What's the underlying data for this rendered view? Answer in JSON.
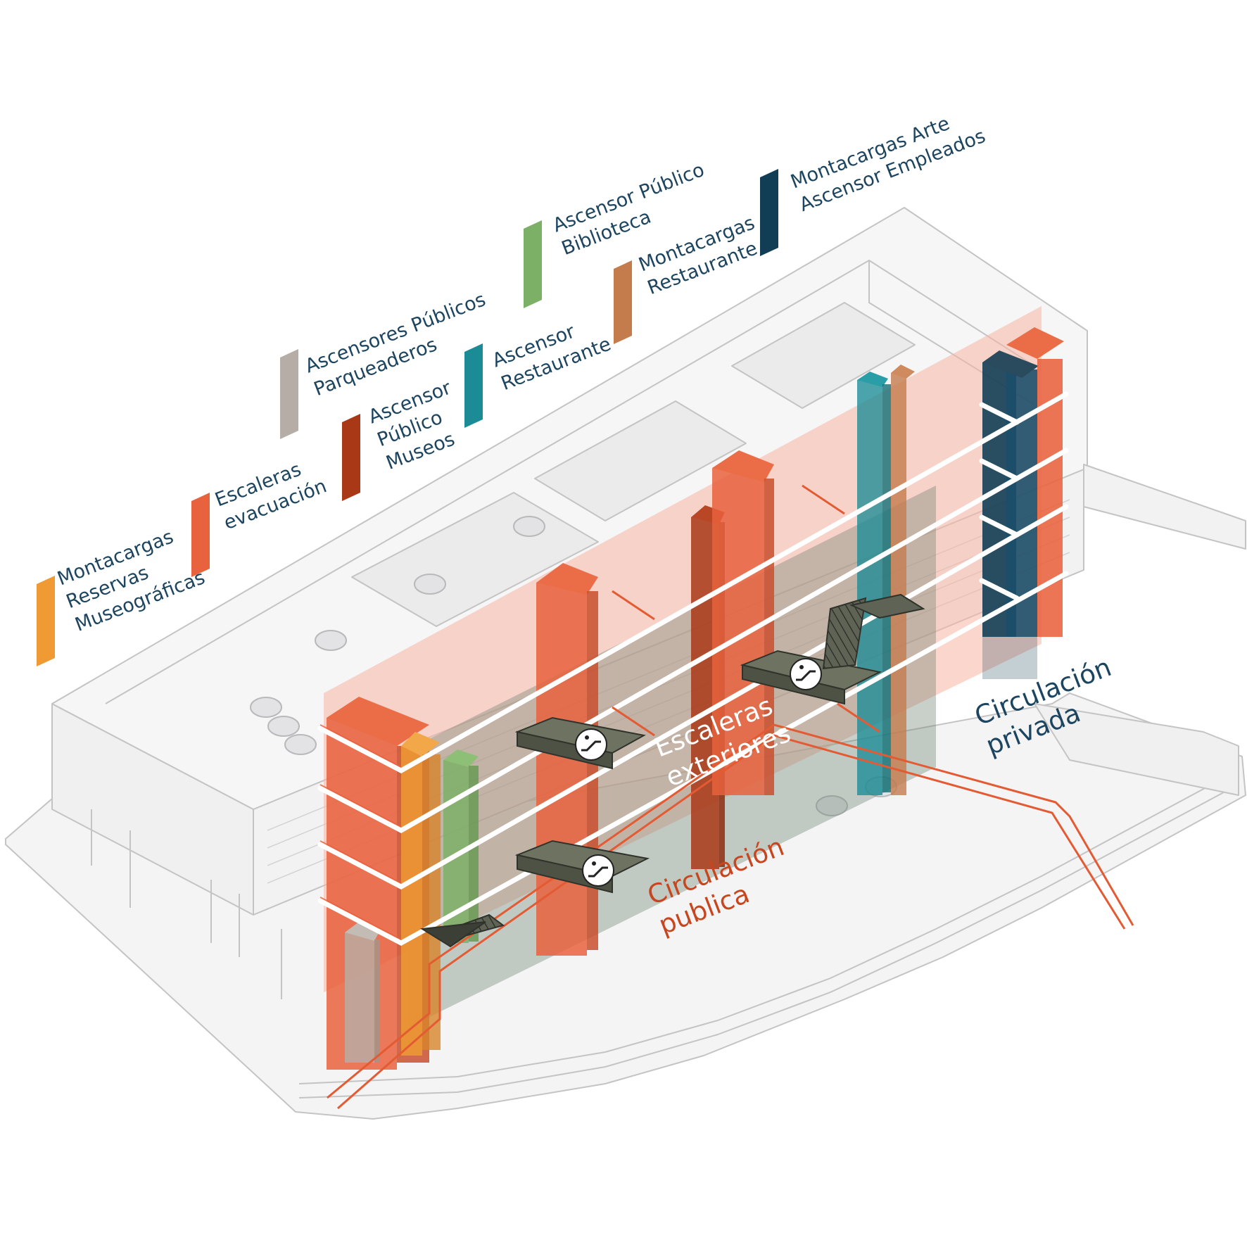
{
  "colors": {
    "montacargas_reservas": "#ef9a32",
    "escaleras_evacuacion": "#e8623d",
    "ascensores_parqueaderos": "#b6aea6",
    "ascensor_museos": "#a93816",
    "ascensor_biblioteca": "#7db067",
    "ascensor_restaurante": "#1b8c96",
    "montacargas_restaurante": "#c47c4d",
    "montacargas_arte": "#123e55",
    "circulacion_publica": "#c8461e",
    "circulacion_privada": "#1d4560",
    "legend_text": "#1d4560",
    "building_line": "#c9c9c9",
    "building_fill": "#f4f4f5",
    "public_band": "#f7b4a3",
    "private_band": "#7e8f7f"
  },
  "legend": [
    {
      "lines": [
        "Montacargas",
        "Reservas",
        "Museográficas"
      ],
      "color_key": "montacargas_reservas"
    },
    {
      "lines": [
        "Escaleras",
        "evacuación"
      ],
      "color_key": "escaleras_evacuacion"
    },
    {
      "lines": [
        "Ascensores Públicos",
        "Parqueaderos"
      ],
      "color_key": "ascensores_parqueaderos"
    },
    {
      "lines": [
        "Ascensor",
        "Público",
        "Museos"
      ],
      "color_key": "ascensor_museos"
    },
    {
      "lines": [
        "Ascensor Público",
        "Biblioteca"
      ],
      "color_key": "ascensor_biblioteca"
    },
    {
      "lines": [
        "Ascensor",
        "Restaurante"
      ],
      "color_key": "ascensor_restaurante"
    },
    {
      "lines": [
        "Montacargas",
        "Restaurante"
      ],
      "color_key": "montacargas_restaurante"
    },
    {
      "lines": [
        "Montacargas Arte",
        "Ascensor Empleados"
      ],
      "color_key": "montacargas_arte"
    }
  ],
  "labels": {
    "escaleras_exteriores": [
      "Escaleras",
      "exteriores"
    ],
    "circulacion_publica": [
      "Circulación",
      "publica"
    ],
    "circulacion_privada": [
      "Circulación",
      "privada"
    ]
  },
  "icons": [
    "escalator-icon",
    "escalator-icon",
    "escalator-icon"
  ]
}
